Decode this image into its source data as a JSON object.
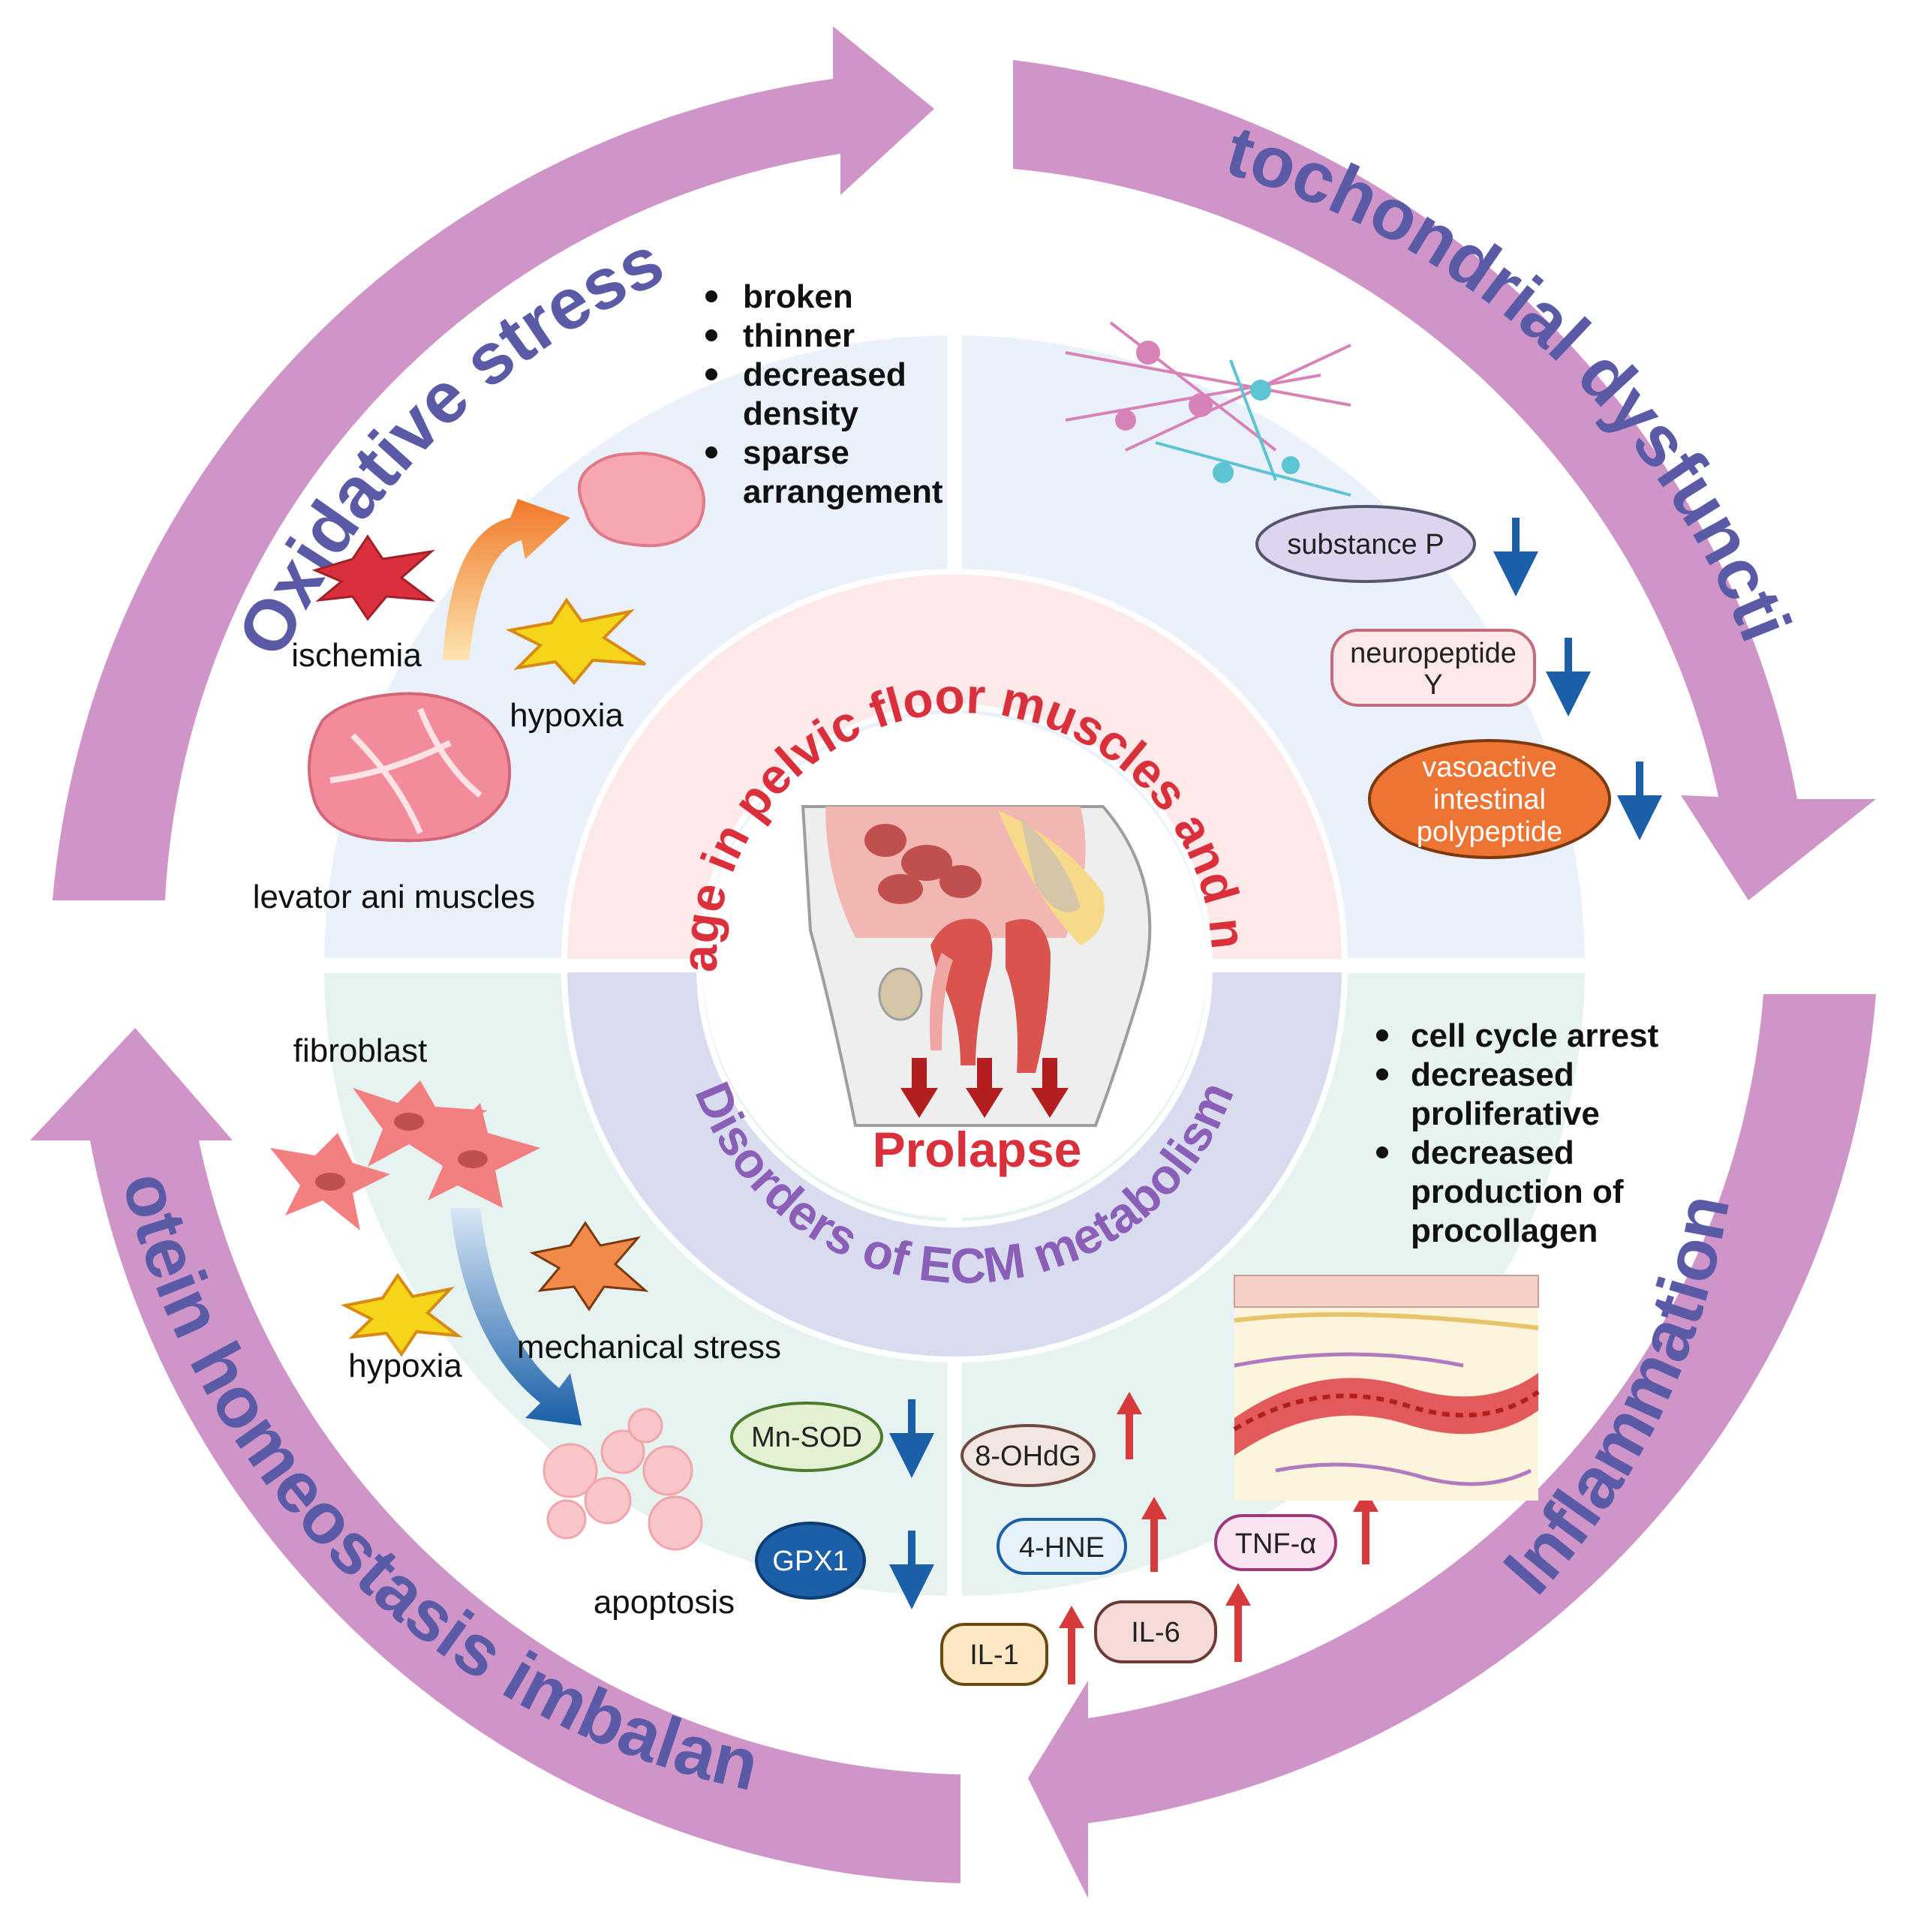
{
  "ring_labels": {
    "oxidative_stress": "Oxidative stress",
    "mitochondrial_dysfunction": "Mitochondrial dysfunction",
    "inflammation": "Inflammation",
    "protein_homeostasis": "Protein homeostasis imbalance"
  },
  "center": {
    "top_title": "Damage in pelvic floor muscles and nerves",
    "bottom_title": "Disorders of ECM metabolism",
    "prolapse": "Prolapse"
  },
  "top_left": {
    "bullets": [
      "broken",
      "thinner",
      "decreased",
      "density",
      "sparse",
      "arrangement"
    ],
    "ischemia": "ischemia",
    "hypoxia": "hypoxia",
    "levator": "levator ani muscles"
  },
  "top_right": {
    "substance_p": "substance P",
    "neuropeptide_1": "neuropeptide",
    "neuropeptide_2": "Y",
    "vip_1": "vasoactive",
    "vip_2": "intestinal",
    "vip_3": "polypeptide"
  },
  "bottom_left": {
    "fibroblast": "fibroblast",
    "hypoxia": "hypoxia",
    "mechanical_stress": "mechanical stress",
    "apoptosis": "apoptosis"
  },
  "bottom_right": {
    "bullets": [
      "cell cycle arrest",
      "decreased",
      "proliferative",
      "decreased",
      "production of",
      "procollagen"
    ]
  },
  "markers": {
    "mn_sod": "Mn-SOD",
    "gpx1": "GPX1",
    "ohdg": "8-OHdG",
    "hne": "4-HNE",
    "tnf": "TNF-α",
    "il1": "IL-1",
    "il6": "IL-6"
  },
  "colors": {
    "ring_arrow": "#cf95c9",
    "ring_text": "#5a5aa6",
    "top_title": "#d9303c",
    "bottom_title": "#8b5fb8",
    "down_arrow": "#1a5fa8",
    "up_arrow": "#d63a3a"
  }
}
